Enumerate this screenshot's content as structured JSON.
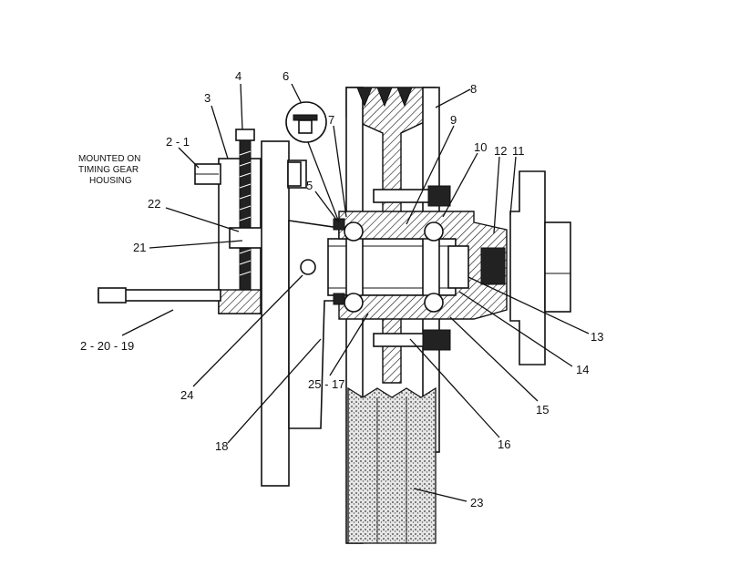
{
  "note": {
    "lines": [
      "MOUNTED ON",
      "TIMING GEAR",
      "HOUSING"
    ]
  },
  "callouts": [
    {
      "id": "c2-1",
      "text": "2 - 1"
    },
    {
      "id": "c3",
      "text": "3"
    },
    {
      "id": "c4",
      "text": "4"
    },
    {
      "id": "c5",
      "text": "5"
    },
    {
      "id": "c6",
      "text": "6"
    },
    {
      "id": "c7",
      "text": "7"
    },
    {
      "id": "c8",
      "text": "8"
    },
    {
      "id": "c9",
      "text": "9"
    },
    {
      "id": "c10",
      "text": "10"
    },
    {
      "id": "c11",
      "text": "11"
    },
    {
      "id": "c12",
      "text": "12"
    },
    {
      "id": "c13",
      "text": "13"
    },
    {
      "id": "c14",
      "text": "14"
    },
    {
      "id": "c15",
      "text": "15"
    },
    {
      "id": "c16",
      "text": "16"
    },
    {
      "id": "c18",
      "text": "18"
    },
    {
      "id": "c21",
      "text": "21"
    },
    {
      "id": "c22",
      "text": "22"
    },
    {
      "id": "c23",
      "text": "23"
    },
    {
      "id": "c24",
      "text": "24"
    },
    {
      "id": "c25-17",
      "text": "25 - 17"
    },
    {
      "id": "c2-20-19",
      "text": "2 - 20 - 19"
    }
  ]
}
